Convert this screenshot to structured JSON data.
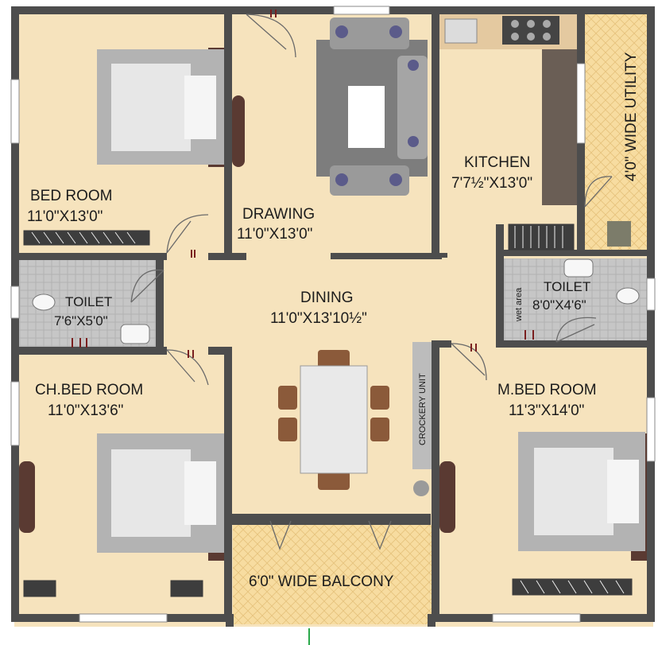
{
  "rooms": {
    "bed_room": {
      "name": "BED ROOM",
      "size": "11'0\"X13'0\""
    },
    "drawing": {
      "name": "DRAWING",
      "size": "11'0\"X13'0\""
    },
    "kitchen": {
      "name": "KITCHEN",
      "size": "7'7½\"X13'0\""
    },
    "utility": {
      "name": "4'0\" WIDE UTILITY"
    },
    "toilet_left": {
      "name": "TOILET",
      "size": "7'6\"X5'0\""
    },
    "dining": {
      "name": "DINING",
      "size": "11'0\"X13'10½\""
    },
    "toilet_right": {
      "name": "TOILET",
      "size": "8'0\"X4'6\""
    },
    "wet_area": {
      "name": "wet area"
    },
    "ch_bed_room": {
      "name": "CH.BED ROOM",
      "size": "11'0\"X13'6\""
    },
    "crockery": {
      "name": "CROCKERY UNIT"
    },
    "m_bed_room": {
      "name": "M.BED ROOM",
      "size": "11'3\"X14'0\""
    },
    "balcony": {
      "name": "6'0\" WIDE BALCONY"
    }
  },
  "colors": {
    "wall": "#4d4d4d",
    "floor": "#f6e3bd",
    "tile": "#c9c9c9",
    "utility_floor": "#f7dca0",
    "wardrobe": "#5a3a32"
  }
}
